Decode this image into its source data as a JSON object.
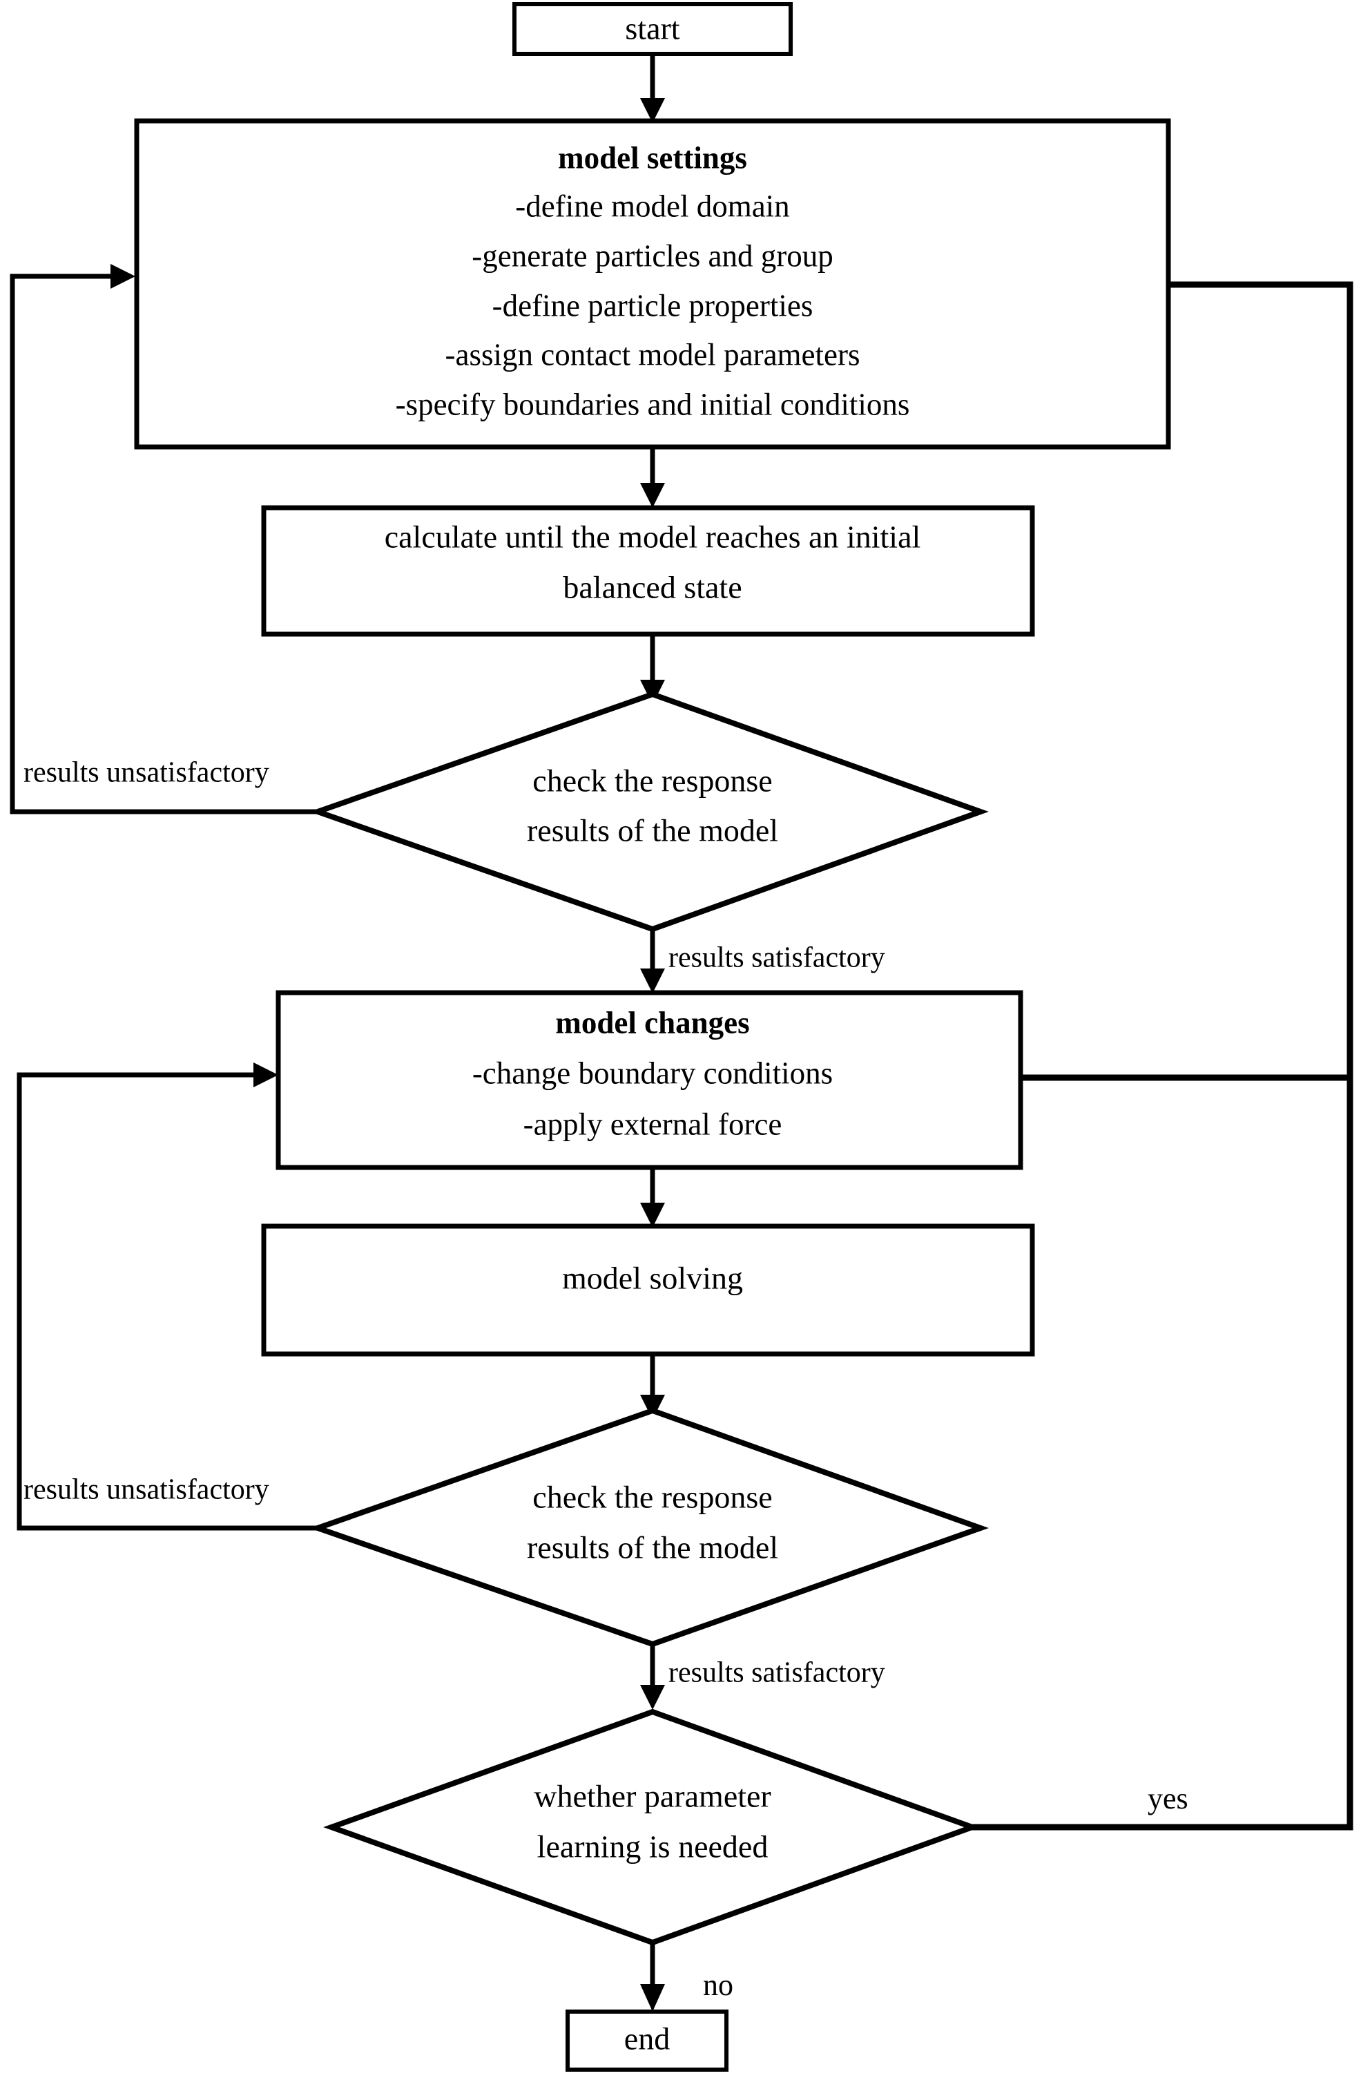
{
  "diagram": {
    "title": "DEM modelling workflow flowchart",
    "type": "flowchart",
    "stroke_color": "#000000",
    "fill_color": "#ffffff"
  },
  "nodes": {
    "start": {
      "shape": "rectangle",
      "label": "start"
    },
    "model_settings": {
      "shape": "rectangle",
      "title": "model settings",
      "bullets": [
        "-define model domain",
        "-generate particles and group",
        "-define particle properties",
        "-assign contact model parameters",
        "-specify boundaries and initial conditions"
      ]
    },
    "calculate_balance": {
      "shape": "rectangle",
      "lines": [
        "calculate until the model reaches an initial",
        "balanced state"
      ]
    },
    "check_response_1": {
      "shape": "diamond",
      "lines": [
        "check the response",
        "results of the model"
      ]
    },
    "model_changes": {
      "shape": "rectangle",
      "title": "model changes",
      "bullets": [
        "-change boundary conditions",
        "-apply external force"
      ]
    },
    "model_solving": {
      "shape": "rectangle",
      "label": "model solving"
    },
    "check_response_2": {
      "shape": "diamond",
      "lines": [
        "check the response",
        "results of the model"
      ]
    },
    "parameter_learning": {
      "shape": "diamond",
      "lines": [
        "whether parameter",
        "learning is needed"
      ]
    },
    "end": {
      "shape": "rectangle",
      "label": "end"
    }
  },
  "edge_labels": {
    "unsatisfactory_1": "results unsatisfactory",
    "satisfactory_1": "results satisfactory",
    "unsatisfactory_2": "results unsatisfactory",
    "satisfactory_2": "results satisfactory",
    "yes": "yes",
    "no": "no"
  }
}
